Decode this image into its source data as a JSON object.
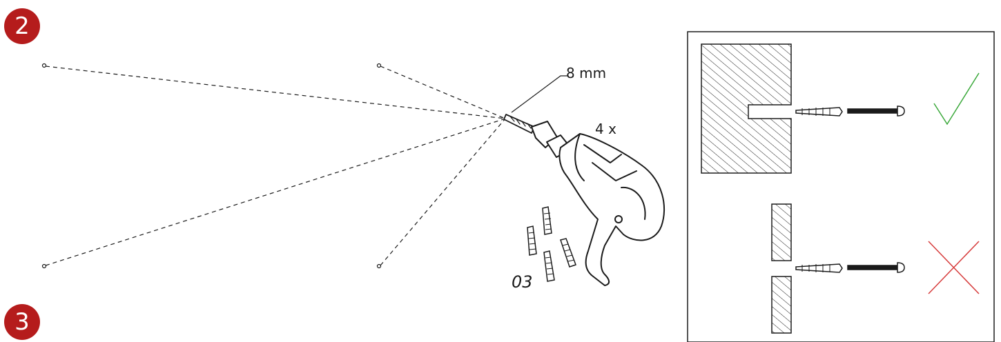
{
  "colors": {
    "badge": "#b51c1c",
    "check": "#3aa83a",
    "cross": "#d63a3a",
    "ink": "#1a1a1a"
  },
  "steps": [
    {
      "number": "2"
    },
    {
      "number": "3"
    }
  ],
  "drill": {
    "bit_size_label": "8 mm",
    "quantity_label": "4 x"
  },
  "anchors": {
    "part_code": "03"
  },
  "wall_panel": {
    "solid_wall_result": "check",
    "hollow_wall_result": "cross"
  }
}
